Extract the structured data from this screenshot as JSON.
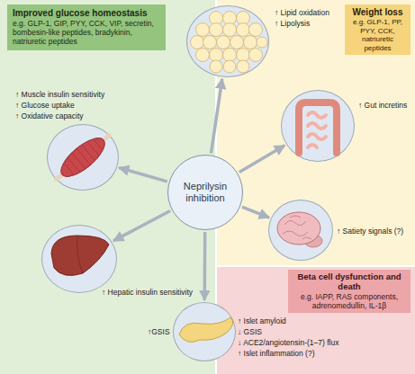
{
  "diagram": {
    "nodes": [
      {
        "text": [
          "Improved glucose homeostasis",
          "e.g. GLP-1, GIP, PYY, CCK, VIP, secretin, bombesin-like peptides, bradykinin, natriuretic peptides"
        ]
      },
      {
        "text": [
          "↑ Lipid oxidation",
          "↑ Lipolysis"
        ]
      },
      {
        "text": [
          "Weight loss",
          "e.g. GLP-1, PP, PYY, CCK, natriuretic peptides"
        ]
      },
      {
        "text": [
          "↑ Muscle insulin sensitivity",
          "↑ Glucose uptake",
          "↑ Oxidative capacity"
        ]
      },
      {
        "text": [
          "↑ Gut incretins"
        ]
      },
      {
        "text": [
          "Neprilysin inhibition"
        ]
      },
      {
        "text": [
          "↑ Satiety signals (?)"
        ]
      },
      {
        "text": [
          "↑ Hepatic insulin sensitivity"
        ]
      },
      {
        "text": [
          "Beta cell dysfunction and death",
          "e.g. IAPP, RAS components, adrenomedullin, IL-1β"
        ]
      },
      {
        "text": [
          "↑GSIS",
          "↑ Islet amyloid",
          "↓ GSIS",
          "↓ ACE2/angiotensin-(1–7) flux",
          "↑ Islet inflammation (?)"
        ]
      }
    ],
    "edges": [
      {
        "from": 5,
        "to": 1,
        "arrow": "to"
      },
      {
        "from": 5,
        "to": 4,
        "arrow": "to"
      },
      {
        "from": 5,
        "to": 6,
        "arrow": "to"
      },
      {
        "from": 5,
        "to": 9,
        "arrow": "to"
      },
      {
        "from": 5,
        "to": 7,
        "arrow": "to"
      },
      {
        "from": 5,
        "to": 3,
        "arrow": "to"
      }
    ]
  }
}
